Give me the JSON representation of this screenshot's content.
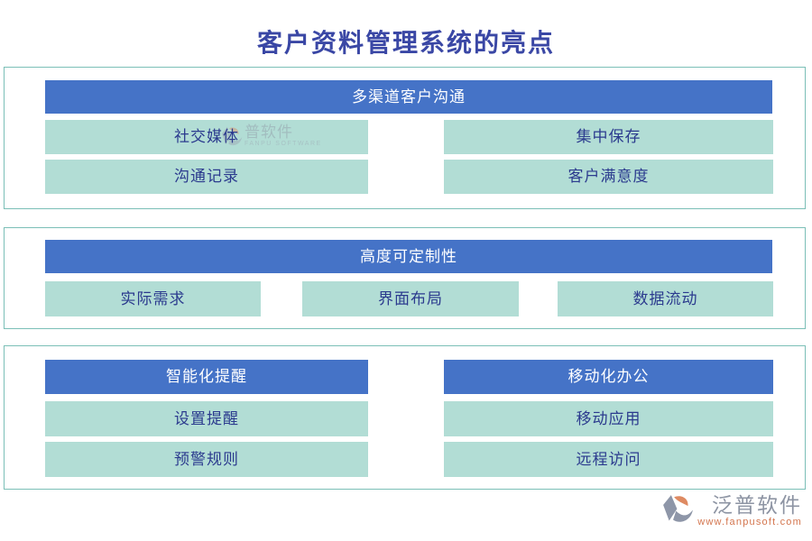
{
  "title": "客户资料管理系统的亮点",
  "panels": {
    "communication": {
      "header": "多渠道客户沟通",
      "cells": [
        "社交媒体",
        "集中保存",
        "沟通记录",
        "客户满意度"
      ]
    },
    "customization": {
      "header": "高度可定制性",
      "cells": [
        "实际需求",
        "界面布局",
        "数据流动"
      ]
    },
    "smart_reminder": {
      "header": "智能化提醒",
      "cells": [
        "设置提醒",
        "预警规则"
      ]
    },
    "mobile_office": {
      "header": "移动化办公",
      "cells": [
        "移动应用",
        "远程访问"
      ]
    }
  },
  "watermark": {
    "text": "普软件",
    "subtext": "FANPU SOFTWARE"
  },
  "footer": {
    "brand": "泛普软件",
    "url": "www.fanpusoft.com"
  },
  "colors": {
    "header_blue": "#4573C7",
    "cell_teal": "#B2DDD5",
    "panel_border": "#7BBFB7",
    "text_navy": "#2B3A8E",
    "title_blue": "#3A47A5",
    "brand_gray": "#8D94A3",
    "url_orange": "#D4764F"
  }
}
